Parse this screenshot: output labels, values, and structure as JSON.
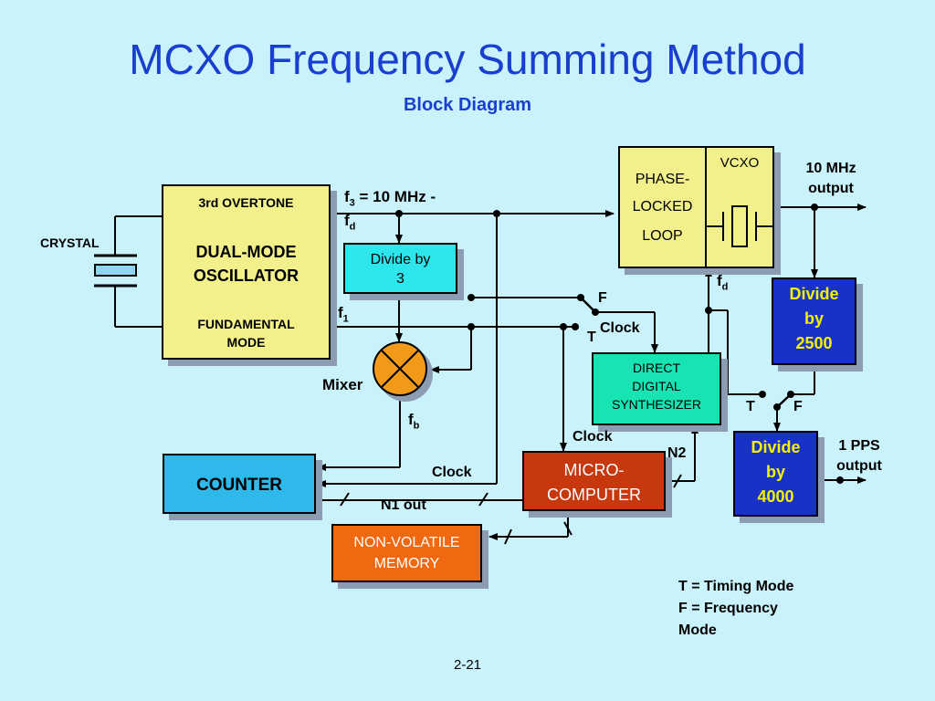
{
  "title": "MCXO Frequency Summing Method",
  "subtitle": "Block Diagram",
  "blocks": {
    "oscillator": {
      "top": "3rd OVERTONE",
      "main_line1": "DUAL-MODE",
      "main_line2": "OSCILLATOR",
      "bottom_line1": "FUNDAMENTAL",
      "bottom_line2": "MODE"
    },
    "crystal": "CRYSTAL",
    "divide3": {
      "line1": "Divide by",
      "line2": "3"
    },
    "pll": {
      "line1": "PHASE-",
      "line2": "LOCKED",
      "line3": "LOOP",
      "vcxo": "VCXO"
    },
    "divide2500": {
      "line1": "Divide",
      "line2": "by",
      "line3": "2500"
    },
    "dds": {
      "line1": "DIRECT",
      "line2": "DIGITAL",
      "line3": "SYNTHESIZER"
    },
    "divide4000": {
      "line1": "Divide",
      "line2": "by",
      "line3": "4000"
    },
    "counter": "COUNTER",
    "microcomputer": {
      "line1": "MICRO-",
      "line2": "COMPUTER"
    },
    "memory": {
      "line1": "NON-VOLATILE",
      "line2": "MEMORY"
    },
    "mixer": "Mixer"
  },
  "signals": {
    "f3_line1_base": "f",
    "f3_sub": "3",
    "f3_line1_rest": " = 10 MHz -",
    "f3_line2_base": "f",
    "f3_line2_sub": "d",
    "f1_base": "f",
    "f1_sub": "1",
    "fb_base": "f",
    "fb_sub": "b",
    "fd_base": "f",
    "fd_sub": "d",
    "out_10mhz_line1": "10 MHz",
    "out_10mhz_line2": "output",
    "out_1pps_line1": "1 PPS",
    "out_1pps_line2": "output",
    "clock_dds": "Clock",
    "clock_micro": "Clock",
    "clock_counter": "Clock",
    "n1_out": "N1 out",
    "n2": "N2",
    "switch1_f": "F",
    "switch1_t": "T",
    "switch2_t": "T",
    "switch2_f": "F"
  },
  "legend": {
    "t_mode": "T = Timing Mode",
    "f_mode": "F = Frequency\nMode"
  },
  "page_number": "2-21",
  "colors": {
    "background": "#c9f2fb",
    "title": "#1a3fcf",
    "yellow_block": "#f2f08a",
    "cyan_block": "#2de6ec",
    "blue_block": "#1832c8",
    "blue_text": "#f5f200",
    "teal_block": "#18e3b3",
    "counter_block": "#2fb8ea",
    "micro_block": "#c8380f",
    "memory_block": "#f06810",
    "mixer": "#f39a1a",
    "shadow": "#8c9cb3"
  }
}
